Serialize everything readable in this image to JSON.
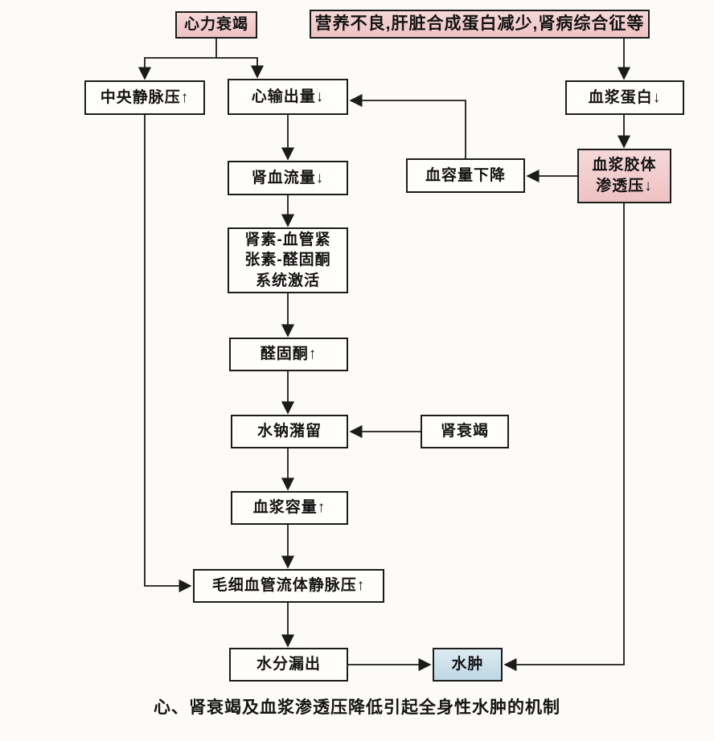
{
  "diagram": {
    "caption": "心、肾衰竭及血浆渗透压降低引起全身性水肿的机制",
    "nodes": {
      "heart_failure": "心力衰竭",
      "malnutrition": "营养不良,肝脏合成蛋白减少,肾病综合征等",
      "central_venous_pressure": "中央静脉压↑",
      "cardiac_output": "心输出量↓",
      "plasma_protein": "血浆蛋白↓",
      "renal_blood_flow": "肾血流量↓",
      "blood_volume_drop": "血容量下降",
      "plasma_colloid_osmotic_pressure": "血浆胶体\n渗透压↓",
      "raas_activation": "肾素-血管紧\n张素-醛固酮\n系统激活",
      "aldosterone": "醛固酮↑",
      "water_sodium_retention": "水钠潴留",
      "renal_failure": "肾衰竭",
      "plasma_volume": "血浆容量↑",
      "capillary_hydrostatic_pressure": "毛细血管流体静脉压↑",
      "water_leakage": "水分漏出",
      "edema": "水肿"
    },
    "colors": {
      "highlight_pink": "#eec2c2",
      "highlight_blue": "#bdd7e4",
      "line": "#1b1b1b",
      "background": "#fcfbf7"
    }
  }
}
